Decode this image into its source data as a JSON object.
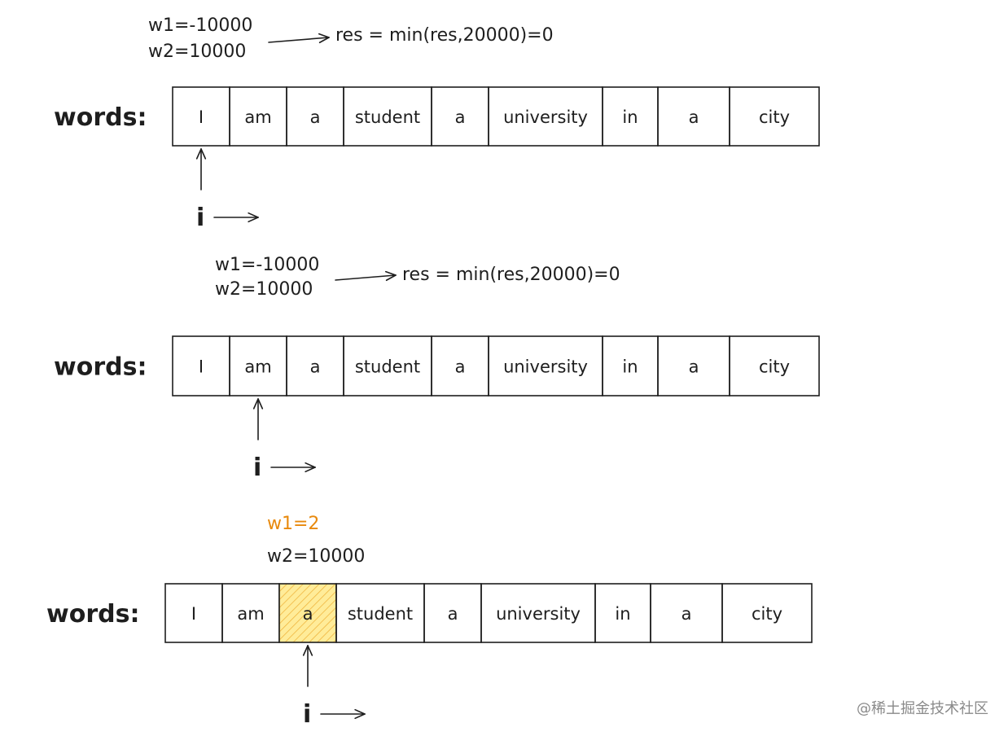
{
  "colors": {
    "ink": "#1e1e1e",
    "highlight_fill": "#ffec99",
    "highlight_stroke": "#f08c00",
    "orange_text": "#e8890c"
  },
  "panels": [
    {
      "label": "words:",
      "words": [
        "I",
        "am",
        "a",
        "student",
        "a",
        "university",
        "in",
        "a",
        "city"
      ],
      "w1": "w1=-10000",
      "w2": "w2=10000",
      "result": "res = min(res,20000)=0",
      "pointer": "i",
      "pointer_index": 0,
      "highlight_index": null,
      "w1_highlighted": false
    },
    {
      "label": "words:",
      "words": [
        "I",
        "am",
        "a",
        "student",
        "a",
        "university",
        "in",
        "a",
        "city"
      ],
      "w1": "w1=-10000",
      "w2": "w2=10000",
      "result": "res = min(res,20000)=0",
      "pointer": "i",
      "pointer_index": 1,
      "highlight_index": null,
      "w1_highlighted": false
    },
    {
      "label": "words:",
      "words": [
        "I",
        "am",
        "a",
        "student",
        "a",
        "university",
        "in",
        "a",
        "city"
      ],
      "w1": "w1=2",
      "w2": "w2=10000",
      "result": "",
      "pointer": "i",
      "pointer_index": 2,
      "highlight_index": 2,
      "w1_highlighted": true
    }
  ],
  "watermark": "@稀土掘金技术社区"
}
